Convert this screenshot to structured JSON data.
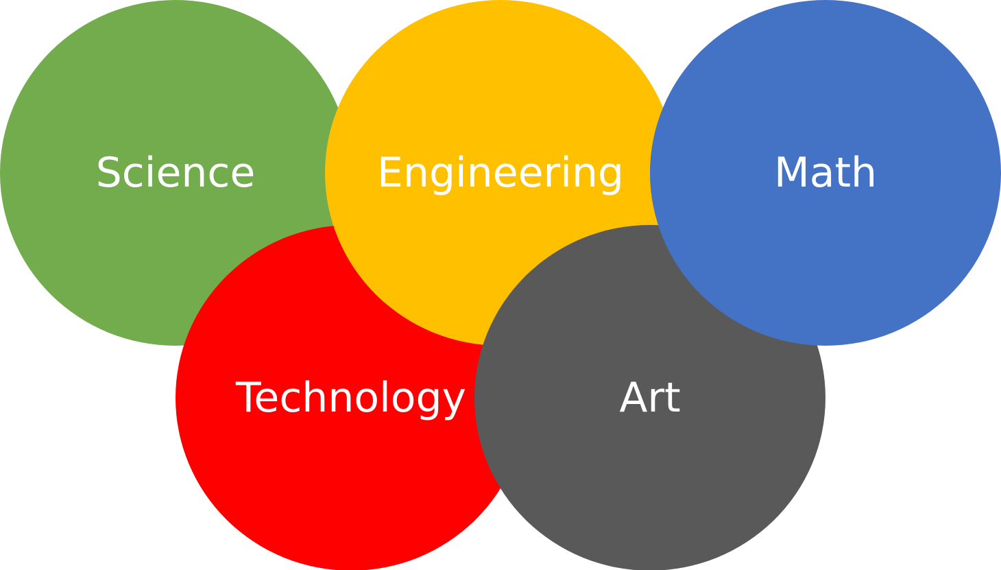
{
  "diagram": {
    "circles": [
      {
        "id": "science",
        "label": "Science",
        "color": "#72AC4D"
      },
      {
        "id": "technology",
        "label": "Technology",
        "color": "#FF0000"
      },
      {
        "id": "engineering",
        "label": "Engineering",
        "color": "#FFC000"
      },
      {
        "id": "art",
        "label": "Art",
        "color": "#595959"
      },
      {
        "id": "math",
        "label": "Math",
        "color": "#4472C4"
      }
    ]
  }
}
